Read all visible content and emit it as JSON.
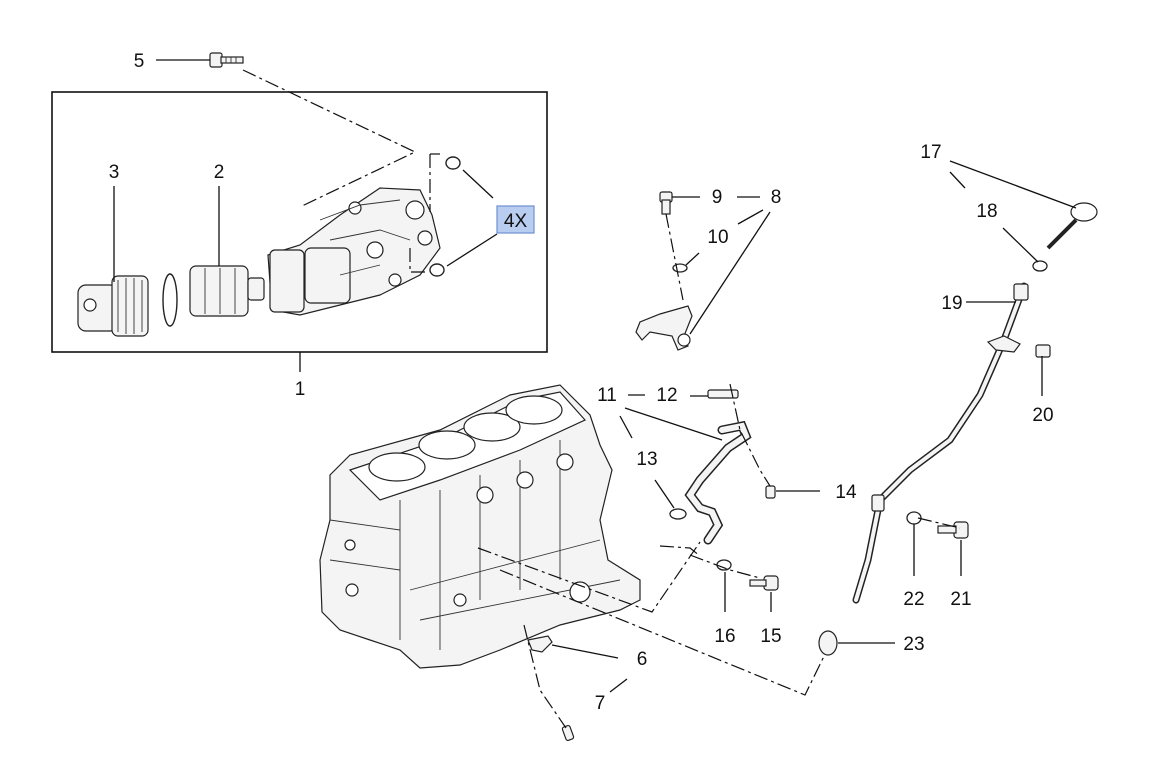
{
  "callouts": {
    "c1": "1",
    "c2": "2",
    "c3": "3",
    "c4x": "4X",
    "c5": "5",
    "c6": "6",
    "c7": "7",
    "c8": "8",
    "c9": "9",
    "c10": "10",
    "c11": "11",
    "c12": "12",
    "c13": "13",
    "c14": "14",
    "c15": "15",
    "c16": "16",
    "c17": "17",
    "c18": "18",
    "c19": "19",
    "c20": "20",
    "c21": "21",
    "c22": "22",
    "c23": "23"
  },
  "colors": {
    "badge_fill": "#b9cdf0",
    "badge_stroke": "#6f8fd0",
    "line": "#111111"
  }
}
